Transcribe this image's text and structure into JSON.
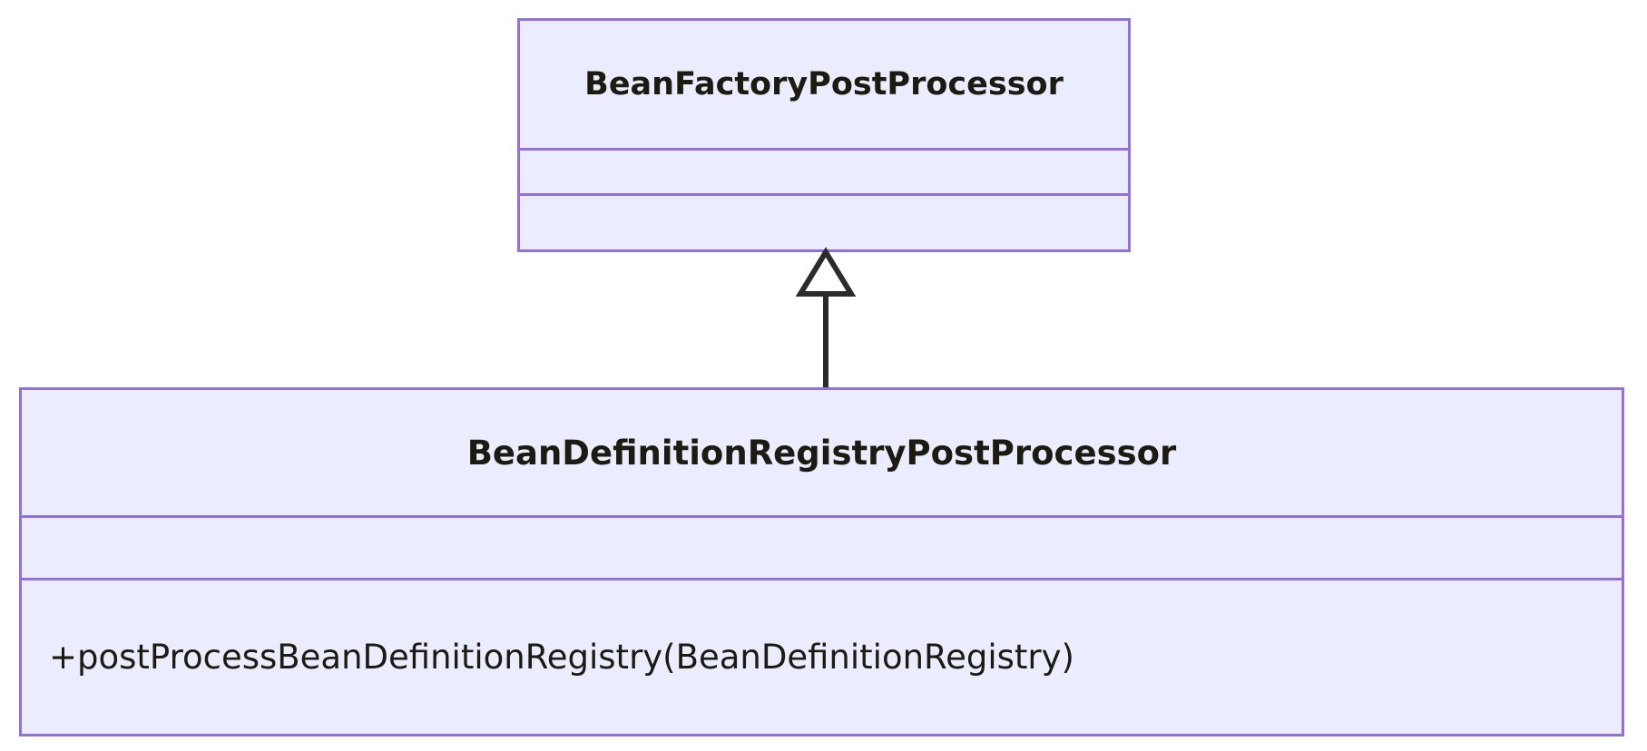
{
  "diagram": {
    "type": "uml-class-diagram",
    "background_color": "#ffffff",
    "class_border_color": "#9370DB",
    "class_fill_color": "#ECECFF",
    "text_color": "#1b1b11",
    "connector_color": "#2b2b2b",
    "classes": [
      {
        "id": "bean-factory-post-processor",
        "name": "BeanFactoryPostProcessor",
        "attributes": [],
        "operations": []
      },
      {
        "id": "bean-definition-registry-post-processor",
        "name": "BeanDefinitionRegistryPostProcessor",
        "attributes": [],
        "operations": [
          "+postProcessBeanDefinitionRegistry(BeanDefinitionRegistry)"
        ]
      }
    ],
    "relationships": [
      {
        "kind": "generalization",
        "label": "",
        "from": "BeanDefinitionRegistryPostProcessor",
        "to": "BeanFactoryPostProcessor",
        "arrow": "hollow-triangle"
      }
    ]
  }
}
